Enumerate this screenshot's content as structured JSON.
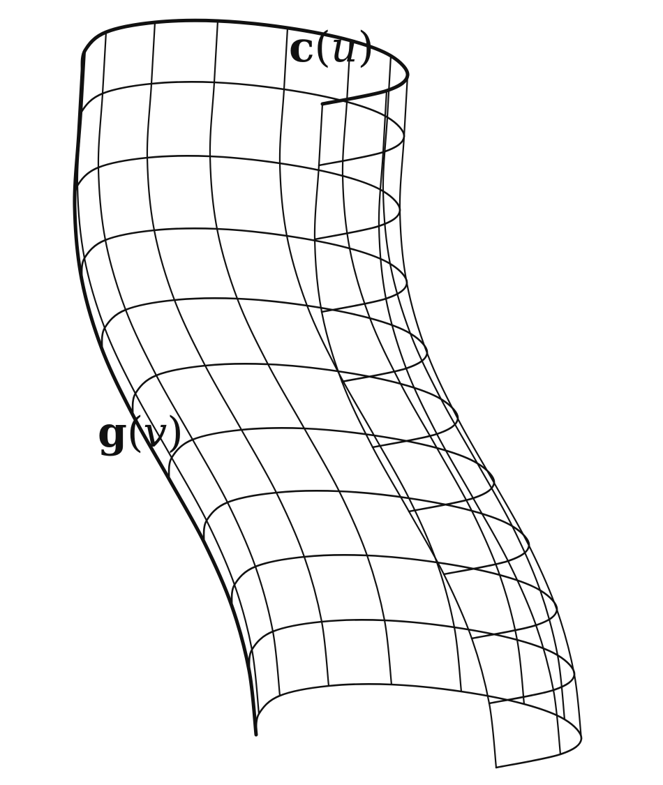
{
  "diagram": {
    "labels": {
      "directrix_curve": {
        "func": "c",
        "open": "(",
        "var": "u",
        "close": ")"
      },
      "generator_curve": {
        "func": "g",
        "open": "(",
        "var": "v",
        "close": ")"
      }
    },
    "stroke_color": "#111111",
    "background_color": "#ffffff"
  }
}
